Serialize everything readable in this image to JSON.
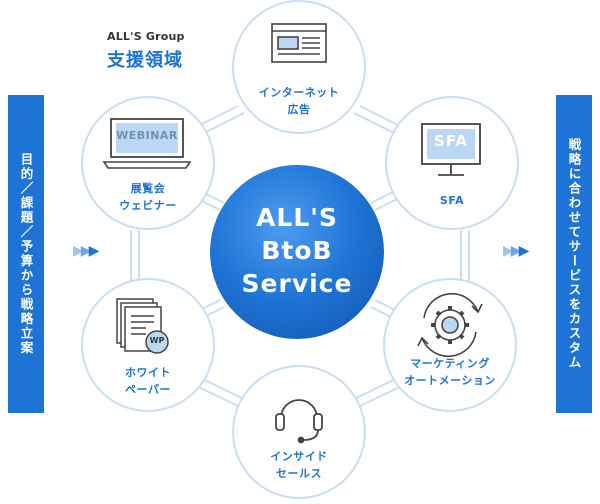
{
  "header": {
    "group_name": "ALL'S Group",
    "area_title": "支援領域"
  },
  "left_panel": {
    "text": "目的／課題／予算から戦略立案"
  },
  "right_panel": {
    "text": "戦略に合わせてサービスをカスタム"
  },
  "center": {
    "line1": "ALL'S",
    "line2": "BtoB",
    "line3": "Service"
  },
  "nodes": {
    "internet_ad": {
      "line1": "インターネット",
      "line2": "広告",
      "icon": "browser-window-icon"
    },
    "sfa": {
      "line1": "SFA",
      "screen_text": "SFA",
      "icon": "monitor-icon"
    },
    "marketing_automation": {
      "line1": "マーケティング",
      "line2": "オートメーション",
      "icon": "gear-cycle-icon"
    },
    "inside_sales": {
      "line1": "インサイド",
      "line2": "セールス",
      "icon": "headset-icon"
    },
    "whitepaper": {
      "line1": "ホワイト",
      "line2": "ペーパー",
      "badge": "WP",
      "icon": "documents-icon"
    },
    "webinar": {
      "line1": "展覧会",
      "line2": "ウェビナー",
      "screen_text": "WEBINAR",
      "icon": "laptop-icon"
    }
  },
  "colors": {
    "accent": "#1e73d6",
    "node_border": "#c9def4",
    "connector": "#c9def4",
    "arrow_light": "#9cc4f0"
  }
}
